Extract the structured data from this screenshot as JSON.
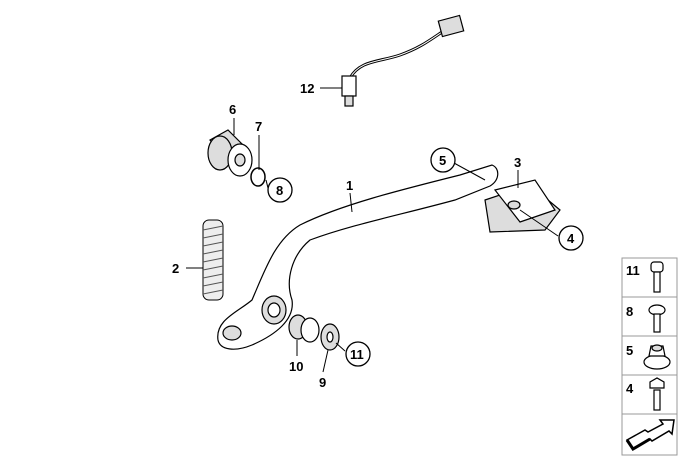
{
  "callouts": {
    "c1": "1",
    "c2": "2",
    "c3": "3",
    "c4": "4",
    "c5": "5",
    "c6": "6",
    "c7": "7",
    "c8": "8",
    "c9": "9",
    "c10": "10",
    "c11": "11",
    "c12": "12"
  },
  "legend": {
    "items": [
      {
        "number": "11",
        "icon": "socket-head-screw-icon"
      },
      {
        "number": "8",
        "icon": "flat-head-screw-icon"
      },
      {
        "number": "5",
        "icon": "self-locking-nut-icon"
      },
      {
        "number": "4",
        "icon": "hex-bolt-icon"
      }
    ],
    "nav_icon": "arrow-icon"
  }
}
